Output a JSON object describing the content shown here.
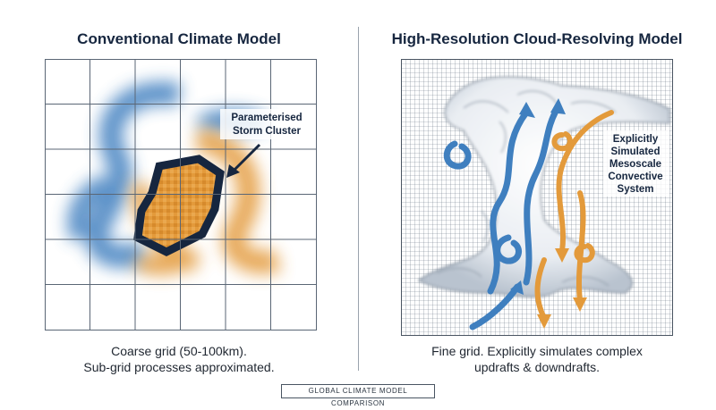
{
  "left_panel": {
    "title": "Conventional Climate Model",
    "annotation_line1": "Parameterised",
    "annotation_line2": "Storm Cluster",
    "caption_line1": "Coarse grid (50-100km).",
    "caption_line2": "Sub-grid processes approximated."
  },
  "right_panel": {
    "title": "High-Resolution Cloud-Resolving Model",
    "label_line1": "Explicitly",
    "label_line2": "Simulated",
    "label_line3": "Mesoscale",
    "label_line4": "Convective",
    "label_line5": "System",
    "caption_line1": "Fine grid. Explicitly simulates complex",
    "caption_line2": "updrafts & downdrafts."
  },
  "footer": {
    "label": "GLOBAL CLIMATE MODEL COMPARISON"
  },
  "colors": {
    "navy": "#16263f",
    "updraft_blue": "#3f7fbf",
    "downdraft_orange": "#e39a3b",
    "grid": "#5a6675"
  }
}
